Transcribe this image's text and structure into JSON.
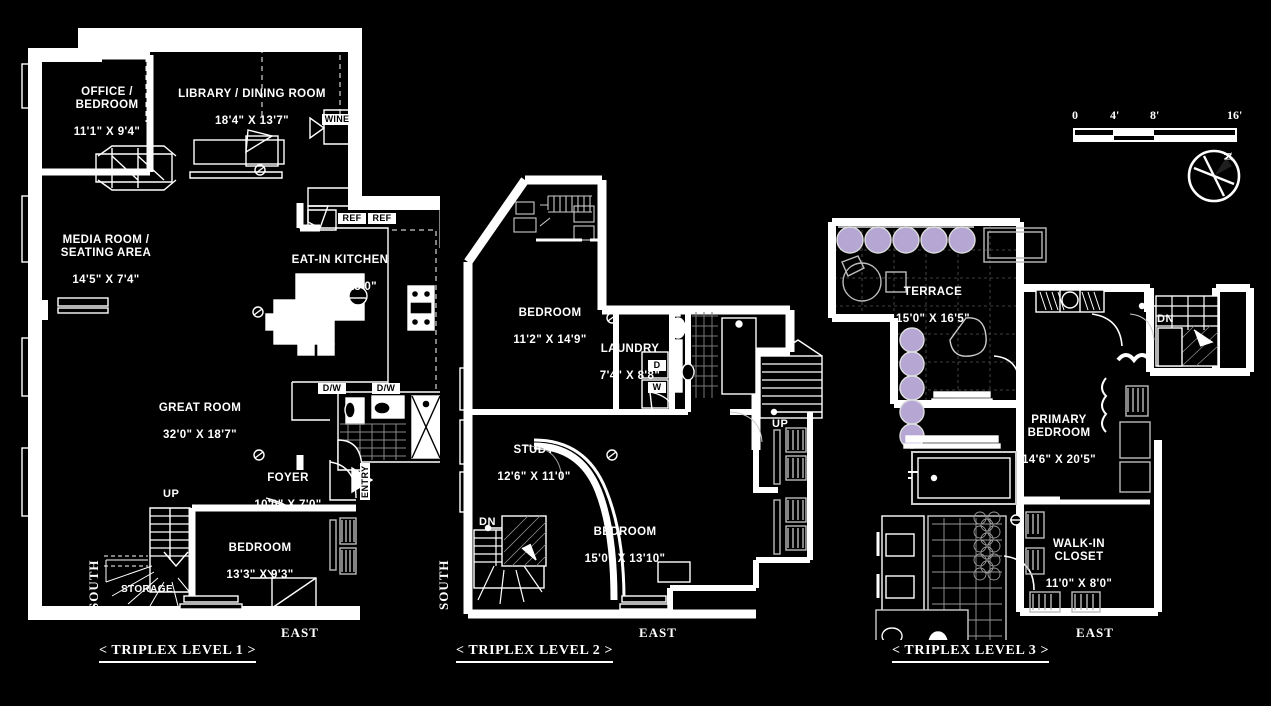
{
  "document": {
    "type": "architectural-floor-plan",
    "background_color": "#000000",
    "wall_color": "#ffffff",
    "accent_color": "#b6a6d4"
  },
  "scale": {
    "ticks": [
      "0",
      "4'",
      "8'",
      "16'"
    ],
    "unit": "feet"
  },
  "compass": {
    "north_label": "N",
    "icon": "compass-rose-icon"
  },
  "levels": [
    {
      "id": "level1",
      "title": "< TRIPLEX LEVEL 1 >",
      "direction_labels": {
        "left": "SOUTH",
        "bottom": "EAST"
      },
      "rooms": [
        {
          "name": "OFFICE /\nBEDROOM",
          "dims": "11'1\" X 9'4\""
        },
        {
          "name": "LIBRARY / DINING ROOM",
          "dims": "18'4\" X 13'7\""
        },
        {
          "name": "MEDIA ROOM /\nSEATING AREA",
          "dims": "14'5\" X 7'4\""
        },
        {
          "name": "EAT-IN KITCHEN",
          "dims": "18'5\" X 15'0\""
        },
        {
          "name": "GREAT ROOM",
          "dims": "32'0\" X 18'7\""
        },
        {
          "name": "FOYER",
          "dims": "10'0\" X 7'0\""
        },
        {
          "name": "BEDROOM",
          "dims": "13'3\" X 9'3\""
        },
        {
          "name": "STORAGE",
          "dims": ""
        }
      ],
      "fixture_tags": [
        "WINE",
        "REF",
        "REF",
        "D/W",
        "D/W"
      ],
      "annotations": [
        "UP",
        "ENTRY"
      ]
    },
    {
      "id": "level2",
      "title": "< TRIPLEX LEVEL 2 >",
      "direction_labels": {
        "left": "SOUTH",
        "bottom": "EAST"
      },
      "rooms": [
        {
          "name": "BEDROOM",
          "dims": "11'2\" X 14'9\""
        },
        {
          "name": "LAUNDRY",
          "dims": "7'4\" X 8'8\""
        },
        {
          "name": "STUDY",
          "dims": "12'6\" X 11'0\""
        },
        {
          "name": "BEDROOM",
          "dims": "15'0\" X 13'10\""
        }
      ],
      "fixture_tags": [
        "D",
        "W"
      ],
      "annotations": [
        "UP",
        "DN"
      ]
    },
    {
      "id": "level3",
      "title": "< TRIPLEX LEVEL 3 >",
      "direction_labels": {
        "bottom": "EAST"
      },
      "rooms": [
        {
          "name": "TERRACE",
          "dims": "15'0\" X 16'5\""
        },
        {
          "name": "PRIMARY\nBEDROOM",
          "dims": "14'6\" X 20'5\""
        },
        {
          "name": "WALK-IN\nCLOSET",
          "dims": "11'0\" X 8'0\""
        }
      ],
      "fixture_tags": [],
      "annotations": [
        "DN"
      ]
    }
  ]
}
